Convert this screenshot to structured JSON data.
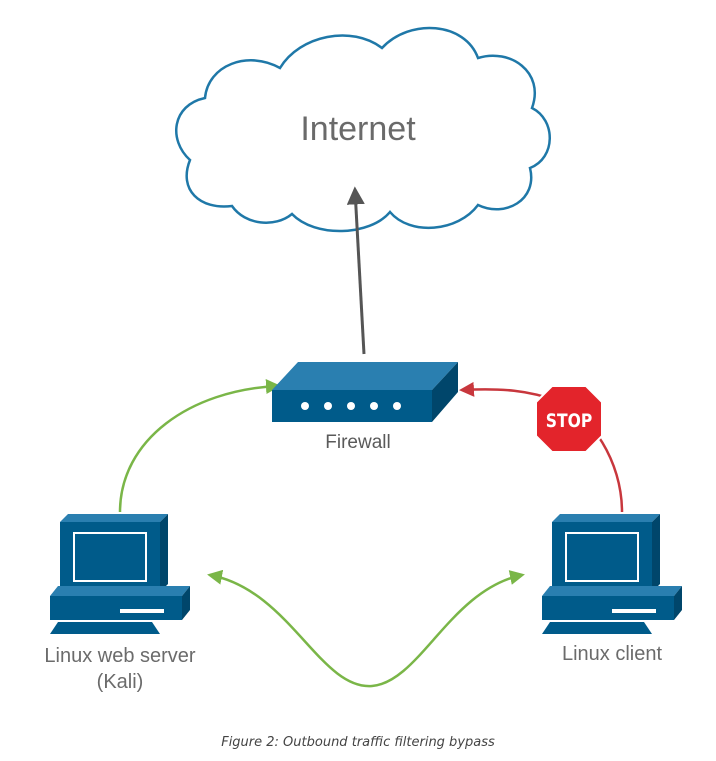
{
  "nodes": {
    "internet": {
      "label": "Internet"
    },
    "firewall": {
      "label": "Firewall"
    },
    "web_server": {
      "label_line1": "Linux web server",
      "label_line2": "(Kali)"
    },
    "client": {
      "label": "Linux client"
    }
  },
  "stop_sign": {
    "text": "STOP"
  },
  "caption": "Figure 2: Outbound traffic filtering bypass",
  "colors": {
    "device_blue": "#005b8a",
    "device_dark": "#00466b",
    "cloud_stroke": "#1f78a8",
    "arrow_gray": "#555555",
    "arrow_green": "#7ab648",
    "arrow_red": "#c8373d",
    "stop_red": "#e3242b"
  },
  "icons": [
    "cloud-icon",
    "firewall-icon",
    "computer-icon",
    "stop-sign-icon"
  ]
}
